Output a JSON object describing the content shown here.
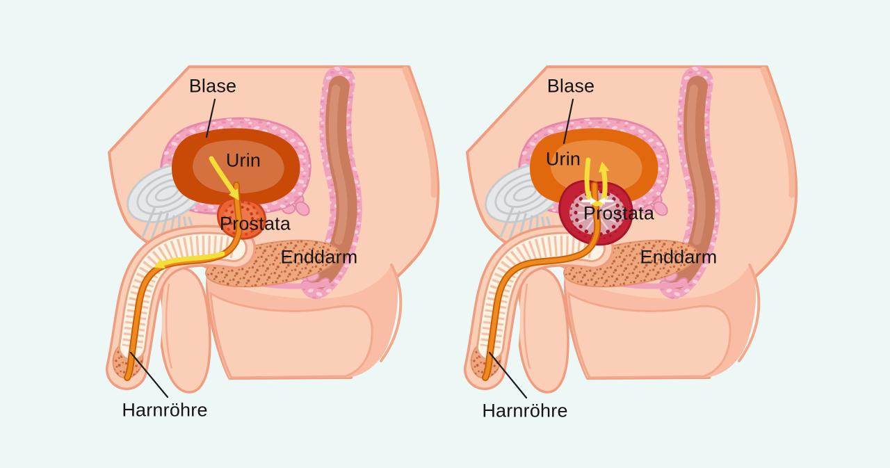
{
  "figure": {
    "background_color": "#edf7f5",
    "panels": [
      {
        "labels": {
          "bladder": "Blase",
          "urine": "Urin",
          "prostate": "Prostata",
          "rectum": "Enddarm",
          "urethra": "Harnröhre"
        }
      },
      {
        "labels": {
          "bladder": "Blase",
          "urine": "Urin",
          "prostate": "Prostata",
          "rectum": "Enddarm",
          "urethra": "Harnröhre"
        }
      }
    ],
    "colors": {
      "skin": "#fbceb7",
      "skin_outline": "#ef9d7e",
      "skin_shadow": "#f8bda4",
      "bladder_wall": "#f2a6bd",
      "bladder_muscle_normal": "#c94a06",
      "urine_normal": "#d4713f",
      "bladder_muscle_enlarged": "#e2680e",
      "urine_enlarged": "#e98a3e",
      "prostate_normal": "#ec6434",
      "prostate_enlarged": "#c52136",
      "prostate_enlarged_inner": "#d8a2ac",
      "urethra": "#ef8a1f",
      "urethra_outline": "#c75f07",
      "rectum_inner": "#c97d5e",
      "pubic_bone": "#e5e7e9",
      "flow_arrow": "#f4de39",
      "compression_arrow": "#ffffff",
      "label_text": "#141414"
    }
  }
}
